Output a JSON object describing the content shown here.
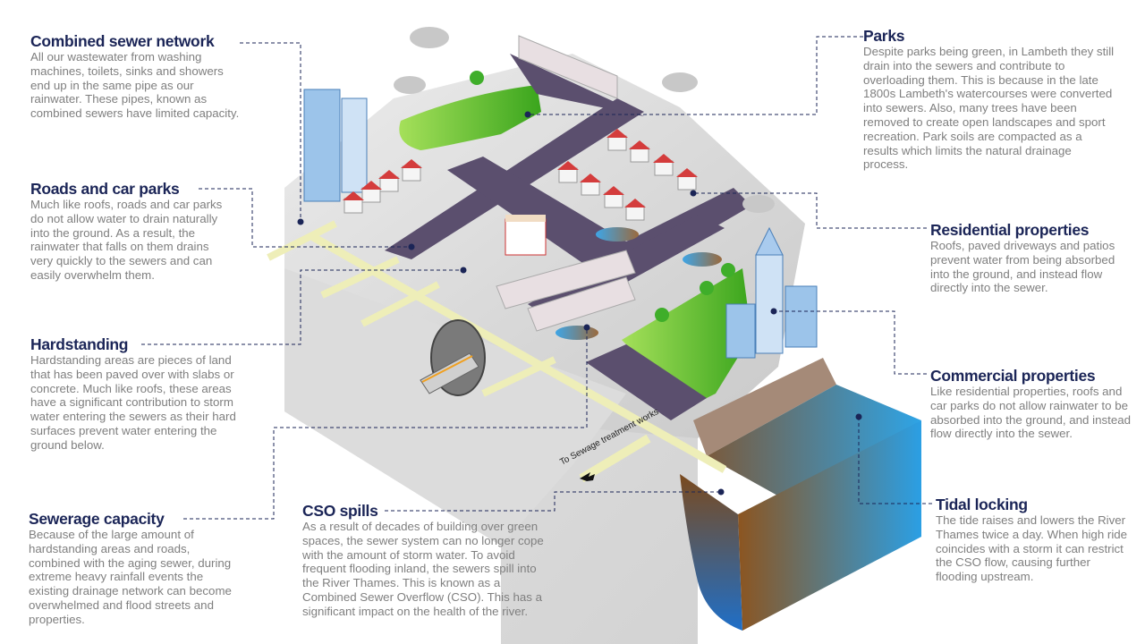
{
  "diagram": {
    "colors": {
      "heading": "#1b2557",
      "body_text": "#7f7f7f",
      "leader_line": "#1b2557",
      "road": "#5b4f6e",
      "grass": "#57b833",
      "ground": "#d9d9d9",
      "pipe": "#eeeeb8",
      "water": "#2f9fe0",
      "sewage": "#8a5a2b"
    },
    "pipe_label": "To Sewage treatment works",
    "callouts": [
      {
        "id": "combined-sewer-network",
        "title": "Combined sewer network",
        "text": "All our wastewater from washing machines, toilets, sinks and showers end up in the same pipe as our rainwater. These pipes, known as combined sewers have limited capacity."
      },
      {
        "id": "roads-and-car-parks",
        "title": "Roads and car parks",
        "text": "Much like roofs, roads and car parks do not allow water to drain naturally into the ground. As a result, the rainwater that falls on them drains very quickly to the sewers and can easily overwhelm them."
      },
      {
        "id": "hardstanding",
        "title": "Hardstanding",
        "text": "Hardstanding areas are pieces of land that has been paved over with slabs or concrete. Much like roofs, these areas have a significant contribution to storm water entering the sewers as their hard surfaces prevent water entering the ground below."
      },
      {
        "id": "sewerage-capacity",
        "title": "Sewerage capacity",
        "text": "Because of the large amount of hardstanding areas and roads, combined with the aging sewer, during extreme heavy rainfall events the existing drainage network can become overwhelmed and flood streets and properties."
      },
      {
        "id": "cso-spills",
        "title": "CSO spills",
        "text": "As a result of decades of building over green spaces, the sewer system can no longer cope with the amount of storm water. To avoid frequent flooding inland, the sewers spill into the River Thames. This is known as a Combined Sewer Overflow (CSO). This has a significant impact on the health of the river."
      },
      {
        "id": "parks",
        "title": "Parks",
        "text": "Despite parks being green, in Lambeth they still drain into the sewers and contribute to overloading them. This is because in the late 1800s Lambeth's watercourses were converted into sewers. Also, many trees have been removed to create open landscapes and sport recreation. Park soils are compacted as a results which limits the natural drainage process."
      },
      {
        "id": "residential-properties",
        "title": "Residential properties",
        "text": "Roofs, paved driveways and patios prevent water from being absorbed into the ground, and instead flow directly into the sewer."
      },
      {
        "id": "commercial-properties",
        "title": "Commercial properties",
        "text": "Like residential properties, roofs and car parks do not allow rainwater to be absorbed into the ground, and instead flow directly into the sewer."
      },
      {
        "id": "tidal-locking",
        "title": "Tidal locking",
        "text": "The tide raises and lowers the River Thames twice a day. When high ride coincides with a storm it can restrict the CSO flow, causing further flooding upstream."
      }
    ]
  }
}
